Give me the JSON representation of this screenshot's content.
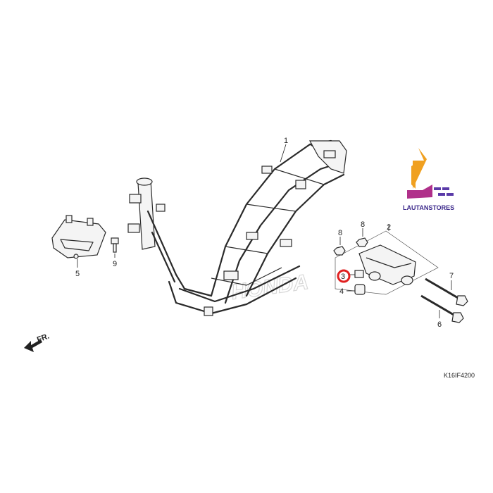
{
  "callouts": {
    "c1": "1",
    "c2": "2",
    "c3": "3",
    "c4": "4",
    "c5": "5",
    "c6": "6",
    "c7": "7",
    "c8a": "8",
    "c8b": "8",
    "c9": "9"
  },
  "direction_label": "FR.",
  "diagram_code": "K16IF4200",
  "watermark": "HONDA",
  "brand": {
    "name": "LAUTANSTORES",
    "arrow_color": "#f0a020",
    "logo_color": "#d23a8a"
  },
  "highlight": {
    "color": "#e02020",
    "target": "3"
  }
}
